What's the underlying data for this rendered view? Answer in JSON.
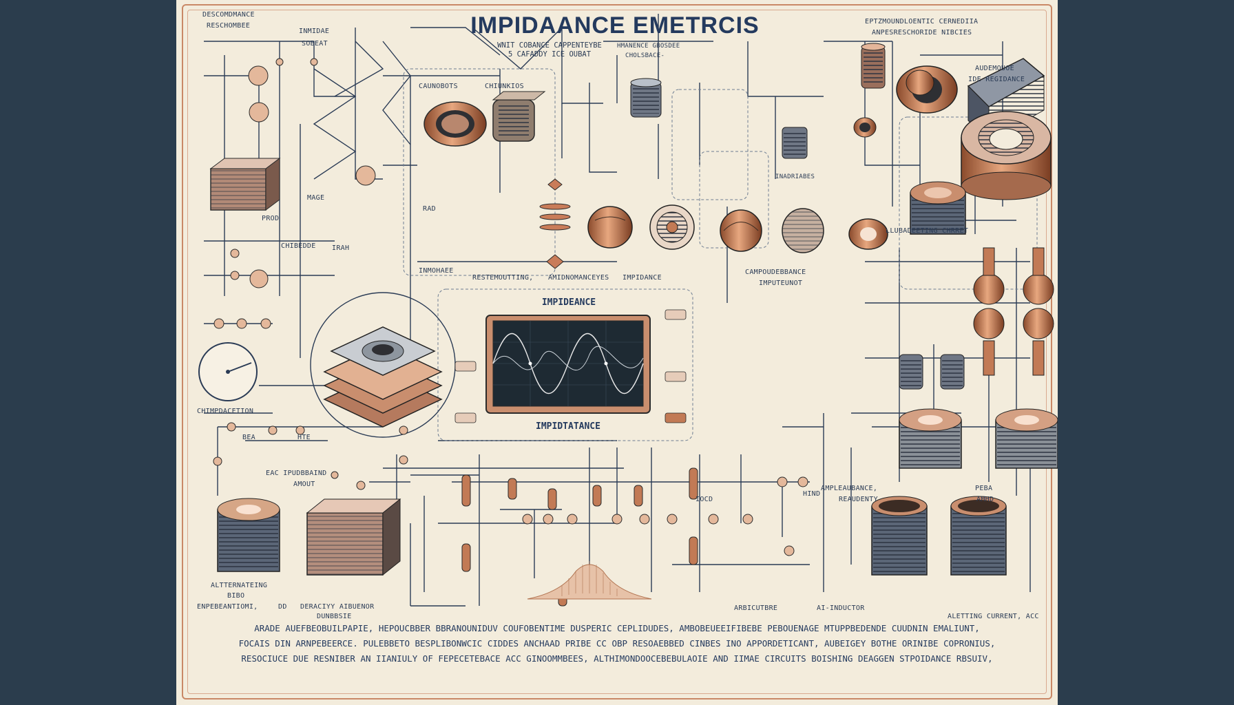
{
  "title": "IMPIDAANCE EMETRCIS",
  "subtitle_lines": [
    "WNIT COBANCE CAPPENTEYBE",
    "5 CAFADDY ICE OUBAT"
  ],
  "labels": {
    "top_left_1": "DESCOMDMANCE",
    "top_left_2": "RESCHOMBEE",
    "inmode": "INMIDAE",
    "sobeat": "SOBEAT",
    "top_center_1": "HMANENCE GBOSDEE",
    "top_center_2": "CHOLSBACE-",
    "cabobots": "CAUNOBOTS",
    "cununkios": "CHIUNKIOS",
    "top_right_1": "EPTZMOUNDLOENTIC CERNEDIIA",
    "top_right_2": "ANPESRESCHORIDE NIBCIES",
    "right_1": "AUDEMOUOE",
    "right_2": "IDE REGIDANCE",
    "inadriabes": "INADRIABES",
    "mage": "MAGE",
    "rad": "RAD",
    "prod": "PROD",
    "chibedde": "CHIBEDDE",
    "irah": "IRAH",
    "nmboiebe": "INMOHAEE",
    "restrictive": "RESTEMOUTTING,",
    "amandeneyes": "AMIDNOMANCEYES",
    "imbideance_small": "IMPIDANCE",
    "llubadeting": "LLUBADEETING CHRRET",
    "campou": "CAMPOUDEBBANCE",
    "imputeunot": "IMPUTEUNOT",
    "chimpdacetion": "CHIMPDACETION",
    "screen_title": "IMPIDEANCE",
    "screen_caption": "IMPIDTATANCE",
    "bea": "BEA",
    "hte": "HTE",
    "eac": "EAC IPUDBBAIND",
    "amout": "AMOUT",
    "altternateing": "ALTTERNATEING",
    "bibo": "BIBO",
    "enpebeation": "ENPEBEANTIOMI,",
    "dd": "DD",
    "deracity": "DERACIYY AIBUENOR",
    "dunbbsie": "DUNBBSIE",
    "arbicutbre": "ARBICUTBRE",
    "indutor": "AI-INDUCTOR",
    "alternating": "ALETTING CURRENT, ACC",
    "ampleaubance": "AMPLEAUBANCE,",
    "reaudenty": "REAUDENTY",
    "peba": "PEBA",
    "amhd": "AMHD",
    "hind": "HIND",
    "iocd": "IOCD"
  },
  "footer_lines": [
    "ARADE AUEFBEOBUILPAPIE, HEPOUCBBER BBRANOUNIDUV COUFOBENTIME DUSPERIC CEPLIDUDES, AMBOBEUEEIFIBEBE PEBOUENAGE MTUPPBEDENDE CUUDNIN EMALIUNT,",
    "FOCAIS DIN ARNPEBEERCE. PULEBBETO BESPLIBONWCIC CIDDES ANCHAAD PRIBE CC OBP RESOAEBBED CINBES INO APPORDETICANT, AUBEIGEY BOTHE ORINIBE COPRONIUS,",
    "RESOCIUCE DUE RESNIBER AN IIANIULY OF FEPECETEBACE ACC GINOOMMBEES, ALTHIMONDOOCEBEBULAOIE AND IIMAE CIRCUITS BOISHING DEAGGEN STPOIDANCE RBSUIV,"
  ]
}
